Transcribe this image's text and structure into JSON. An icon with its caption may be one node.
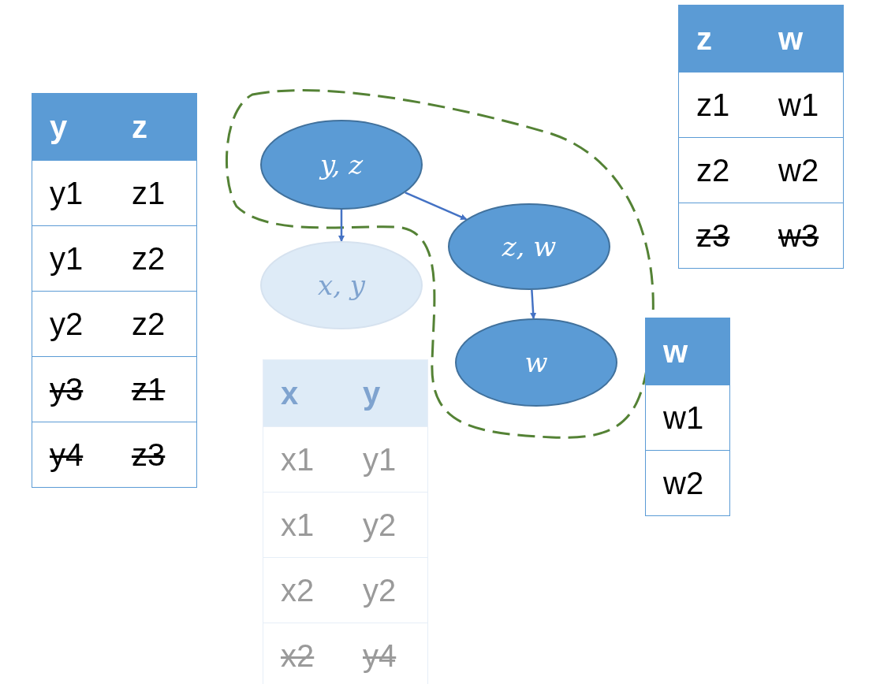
{
  "diagram": {
    "nodes": [
      {
        "text": [
          "y, z"
        ]
      },
      {
        "text": [
          "z, w"
        ]
      },
      {
        "text": [
          "x, y"
        ]
      },
      {
        "text": [
          "w"
        ]
      }
    ],
    "edges": [
      {
        "from": 0,
        "to": 2,
        "arrow": "to"
      },
      {
        "from": 0,
        "to": 1,
        "arrow": "to"
      },
      {
        "from": 1,
        "to": 3,
        "arrow": "to"
      }
    ],
    "labels": [
      "y",
      "z",
      "y1",
      "z1",
      "y1",
      "z2",
      "y2",
      "z2",
      "y3",
      "z1",
      "y4",
      "z3",
      "z",
      "w",
      "z1",
      "w1",
      "z2",
      "w2",
      "z3",
      "w3",
      "w",
      "w1",
      "w2",
      "x",
      "y",
      "x1",
      "y1",
      "x1",
      "y2",
      "x2",
      "y2",
      "x2",
      "y4"
    ]
  }
}
